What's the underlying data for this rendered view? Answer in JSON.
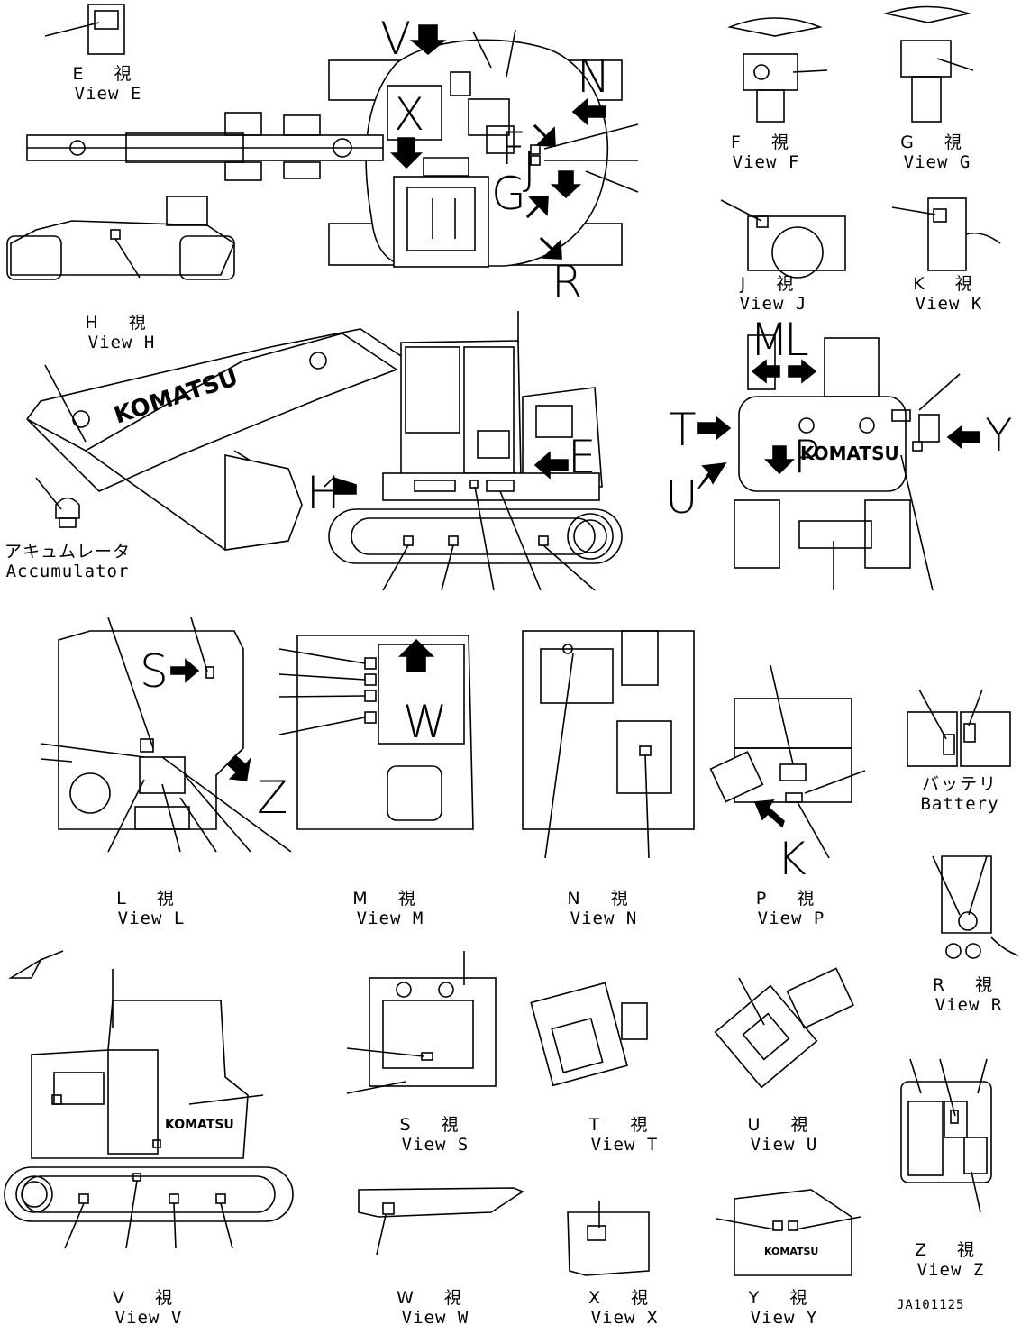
{
  "views": {
    "e": {
      "jp": "E 視",
      "en": "View E"
    },
    "f": {
      "jp": "F 視",
      "en": "View F"
    },
    "g": {
      "jp": "G 視",
      "en": "View G"
    },
    "h": {
      "jp": "H 視",
      "en": "View H"
    },
    "j": {
      "jp": "J 視",
      "en": "View J"
    },
    "k": {
      "jp": "K 視",
      "en": "View K"
    },
    "l": {
      "jp": "L 視",
      "en": "View L"
    },
    "m": {
      "jp": "M 視",
      "en": "View M"
    },
    "n": {
      "jp": "N 視",
      "en": "View N"
    },
    "p": {
      "jp": "P 視",
      "en": "View P"
    },
    "r": {
      "jp": "R 視",
      "en": "View R"
    },
    "s": {
      "jp": "S 視",
      "en": "View S"
    },
    "t": {
      "jp": "T 視",
      "en": "View T"
    },
    "u": {
      "jp": "U 視",
      "en": "View U"
    },
    "v": {
      "jp": "V 視",
      "en": "View V"
    },
    "w": {
      "jp": "W 視",
      "en": "View W"
    },
    "x": {
      "jp": "X 視",
      "en": "View X"
    },
    "y": {
      "jp": "Y 視",
      "en": "View Y"
    },
    "z": {
      "jp": "Z 視",
      "en": "View Z"
    }
  },
  "parts": {
    "accumulator": {
      "jp": "アキュムレータ",
      "en": "Accumulator"
    },
    "battery": {
      "jp": "バッテリ",
      "en": "Battery"
    }
  },
  "arrow_letters": {
    "v": "V",
    "x": "X",
    "n": "N",
    "f": "F",
    "g": "G",
    "j": "J",
    "r": "R",
    "m": "M",
    "l": "L",
    "t": "T",
    "u": "U",
    "y": "Y",
    "p": "P",
    "h": "H",
    "e": "E",
    "s": "S",
    "w": "W",
    "z": "Z",
    "k": "K"
  },
  "brand_text": "KOMATSU",
  "drawing_code": "JA101125"
}
